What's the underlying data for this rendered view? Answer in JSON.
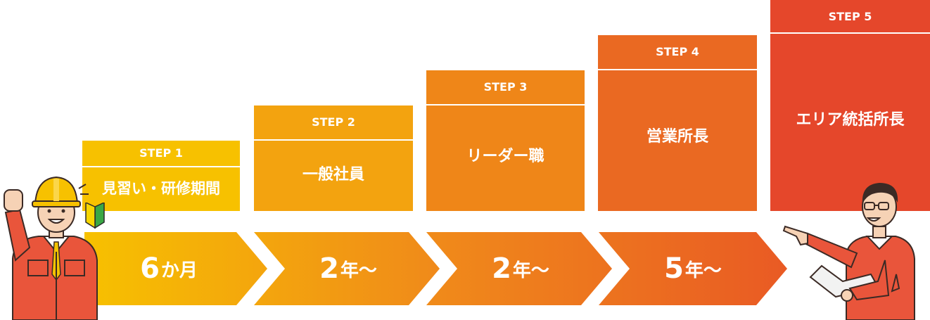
{
  "steps": [
    {
      "label": "STEP 1",
      "role": "見習い・研修期間",
      "color": "#f7c100"
    },
    {
      "label": "STEP 2",
      "role": "一般社員",
      "color": "#f3a30f"
    },
    {
      "label": "STEP 3",
      "role": "リーダー職",
      "color": "#ef8618"
    },
    {
      "label": "STEP 4",
      "role": "営業所長",
      "color": "#ea6922"
    },
    {
      "label": "STEP 5",
      "role": "エリア統括所長",
      "color": "#e5472b"
    }
  ],
  "durations": [
    {
      "num": "6",
      "unit": "か月"
    },
    {
      "num": "2",
      "unit": "年〜"
    },
    {
      "num": "2",
      "unit": "年〜"
    },
    {
      "num": "5",
      "unit": "年〜"
    }
  ],
  "colors": {
    "arrow_start": "#f7c100",
    "arrow_end": "#e95a24"
  },
  "illustrations": [
    "worker-hardhat-fist-illustration",
    "manager-pointing-illustration",
    "beginner-mark-icon"
  ]
}
